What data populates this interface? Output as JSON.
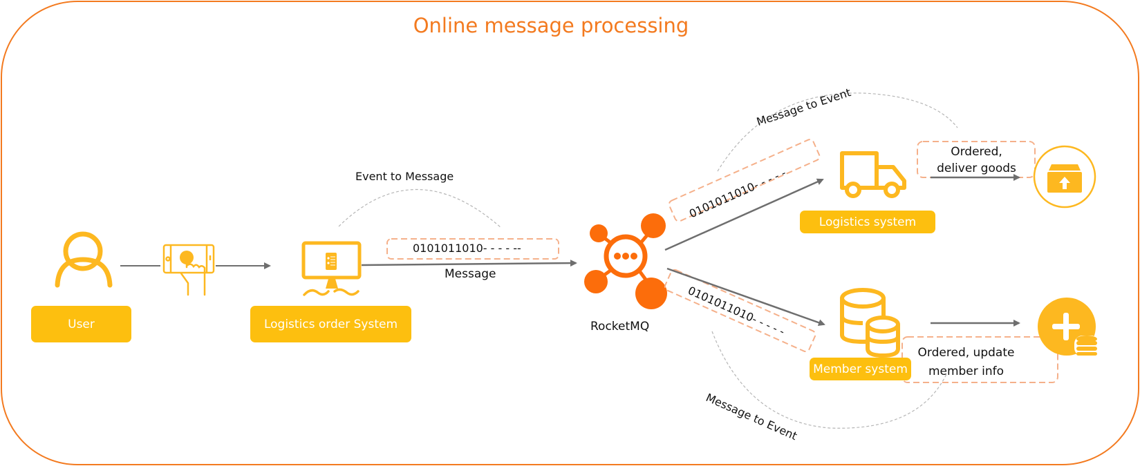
{
  "title": "Online message processing",
  "colors": {
    "frame": "#f37a1f",
    "accent_orange": "#fc6d0b",
    "node_yellow": "#fdbf0f",
    "arrow_gray": "#6e6e6e",
    "dash_orange": "#f5b08a",
    "arc_gray": "#b5b5b5"
  },
  "nodes": {
    "user": {
      "label": "User",
      "icon": "user-icon"
    },
    "phone": {
      "icon": "phone-tap-icon"
    },
    "order_system": {
      "label": "Logistics order System",
      "icon": "monitor-icon"
    },
    "rocketmq": {
      "label": "RocketMQ",
      "icon": "rocketmq-icon"
    },
    "logistics": {
      "label": "Logistics system",
      "icon": "truck-icon"
    },
    "member": {
      "label": "Member system",
      "icon": "database-icon"
    },
    "deliver_target": {
      "icon": "box-upload-icon"
    },
    "member_target": {
      "icon": "add-database-icon"
    }
  },
  "edges": {
    "order_to_mq": {
      "payload": "0101011010- - - - --",
      "label": "Message"
    },
    "mq_to_logistics": {
      "payload": "0101011010- - - - -"
    },
    "mq_to_member": {
      "payload": "0101011010- - - - -"
    },
    "logistics_action": {
      "label_line1": "Ordered,",
      "label_line2": "deliver goods"
    },
    "member_action": {
      "label_line1": "Ordered, update",
      "label_line2": "member info"
    }
  },
  "arcs": {
    "event_to_message": "Event to Message",
    "message_to_event_top": "Message to Event",
    "message_to_event_bottom": "Message to Event"
  }
}
